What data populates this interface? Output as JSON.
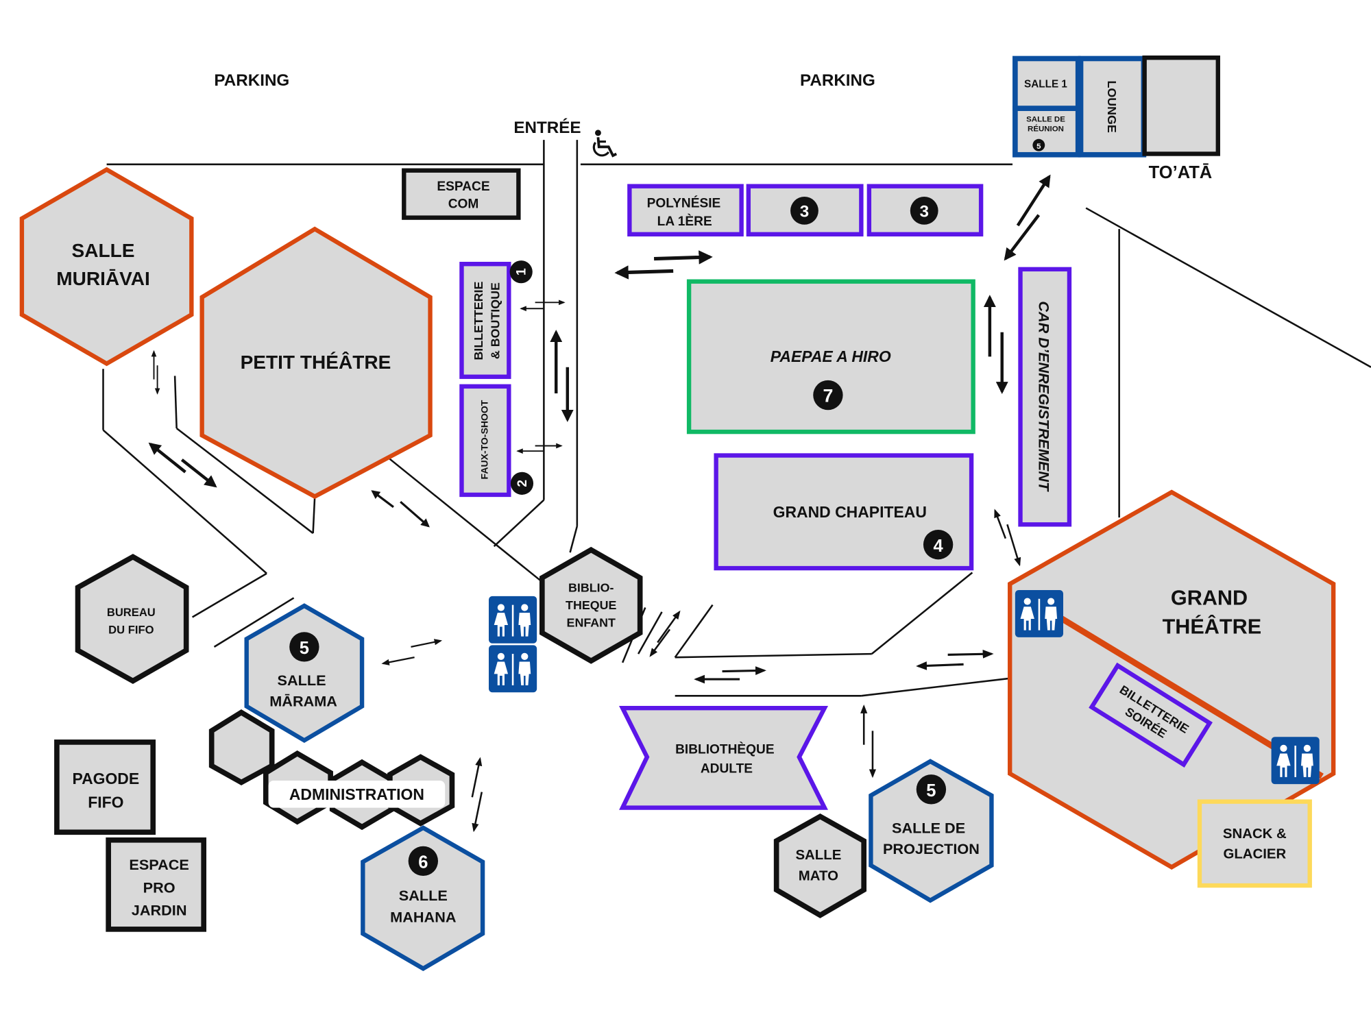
{
  "colors": {
    "orange": "#d9480f",
    "purple": "#5b16e8",
    "blue": "#0b4fa0",
    "green": "#10b965",
    "black": "#111111",
    "yellow": "#fdd95a",
    "room_fill": "#d9d9d9",
    "restroom_bg": "#0b4fa0"
  },
  "labels": {
    "parking_left": "PARKING",
    "parking_right": "PARKING",
    "entree": "ENTRÉE",
    "toata": "TO’ATĀ"
  },
  "rooms": {
    "salle_muriavai": [
      "SALLE",
      "MURIĀVAI"
    ],
    "petit_theatre": "PETIT THÉÂTRE",
    "espace_com": [
      "ESPACE",
      "COM"
    ],
    "billetterie_boutique": [
      "BILLETTERIE",
      "& BOUTIQUE"
    ],
    "faux_to_shoot": "FAUX-TO-SHOOT",
    "polynesie": [
      "POLYNÉSIE",
      "LA 1ÈRE"
    ],
    "paepae_a_hiro": "PAEPAE A HIRO",
    "grand_chapiteau": "GRAND CHAPITEAU",
    "car_enregistrement": "CAR D’ENREGISTREMENT",
    "salle_1": "SALLE 1",
    "salle_reunion": [
      "SALLE DE",
      "RÉUNION"
    ],
    "lounge": "LOUNGE",
    "grand_theatre": [
      "GRAND",
      "THÉÂTRE"
    ],
    "billetterie_soiree": [
      "BILLETTERIE",
      "SOIRÉE"
    ],
    "snack_glacier": [
      "SNACK &",
      "GLACIER"
    ],
    "bureau_fifo": [
      "BUREAU",
      "DU FIFO"
    ],
    "salle_marama": [
      "SALLE",
      "MĀRAMA"
    ],
    "administration": "ADMINISTRATION",
    "pagode_fifo": [
      "PAGODE",
      "FIFO"
    ],
    "espace_pro_jardin": [
      "ESPACE",
      "PRO",
      "JARDIN"
    ],
    "salle_mahana": [
      "SALLE",
      "MAHANA"
    ],
    "bibliotheque_enfant": [
      "BIBLIO-",
      "THEQUE",
      "ENFANT"
    ],
    "bibliotheque_adulte": [
      "BIBLIOTHÈQUE",
      "ADULTE"
    ],
    "salle_mato": [
      "SALLE",
      "MATO"
    ],
    "salle_projection": [
      "SALLE DE",
      "PROJECTION"
    ]
  },
  "badges": {
    "billetterie": "1",
    "faux_to_shoot": "2",
    "stand_a": "3",
    "stand_b": "3",
    "grand_chapiteau": "4",
    "salle_reunion": "5",
    "salle_marama": "5",
    "salle_projection": "5",
    "salle_mahana": "6",
    "paepae": "7"
  },
  "icons": {
    "accessibility": "wheelchair-icon",
    "restroom": "restroom-icon"
  }
}
